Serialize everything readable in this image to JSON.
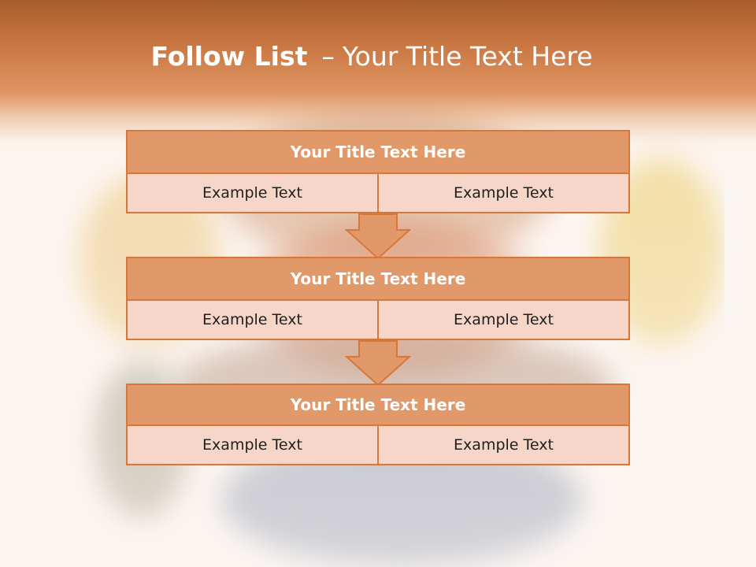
{
  "slide": {
    "title_bold": "Follow List",
    "title_dash": "–",
    "title_rest": "Your Title Text Here"
  },
  "blocks": [
    {
      "title": "Your Title Text Here",
      "cells": [
        "Example Text",
        "Example Text"
      ]
    },
    {
      "title": "Your Title Text Here",
      "cells": [
        "Example Text",
        "Example Text"
      ]
    },
    {
      "title": "Your Title Text Here",
      "cells": [
        "Example Text",
        "Example Text"
      ]
    }
  ],
  "colors": {
    "accent": "#d8763c",
    "title_fill": "#e1996a",
    "cell_fill": "#f5d6c8",
    "header_band": "#c8713a"
  },
  "background_image": "faded-crowd-photo"
}
